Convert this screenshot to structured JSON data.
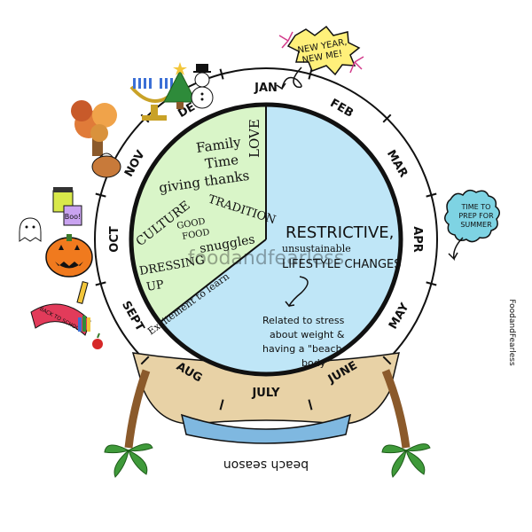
{
  "months": [
    "JAN",
    "FEB",
    "MAR",
    "APR",
    "MAY",
    "JUNE",
    "JULY",
    "AUG",
    "SEPT",
    "OCT",
    "NOV",
    "DEC"
  ],
  "fall_segment": {
    "words": [
      "Family",
      "Time",
      "LOVE",
      "giving thanks",
      "TRADITION",
      "CULTURE",
      "GOOD",
      "FOOD",
      "snuggles",
      "DRESSING",
      "UP",
      "Excitement to learn"
    ]
  },
  "spring_segment": {
    "heading": "RESTRICTIVE,",
    "sub": "unsustainable",
    "heading2": "LIFESTYLE CHANGES",
    "note_line1": "Related to stress",
    "note_line2": "about weight &",
    "note_line3": "having a \"beach",
    "note_line4": "body\""
  },
  "bubbles": {
    "new_year_line1": "NEW YEAR,",
    "new_year_line2": "NEW ME!",
    "summer_line1": "TIME TO",
    "summer_line2": "PREP FOR",
    "summer_line3": "SUMMER"
  },
  "decor": {
    "boo": "Boo!",
    "back_to_school": "BACK TO SCHOOL",
    "beach_season": "beach season",
    "credit": "FoodandFearless",
    "watermark": "foodandfearless"
  },
  "colors": {
    "fall_fill": "#d9f5c8",
    "spring_fill": "#bfe6f7",
    "ring": "#111111",
    "sand": "#e8d2a6",
    "water": "#7fb8e0"
  }
}
